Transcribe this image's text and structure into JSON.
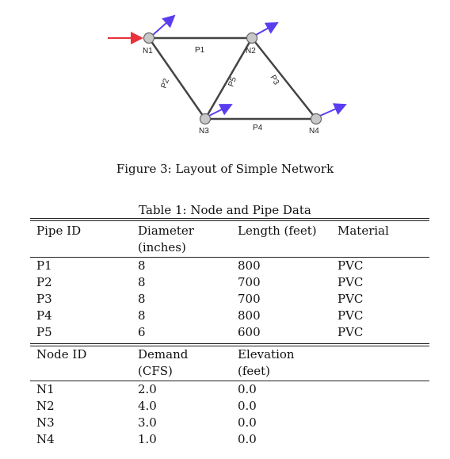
{
  "figure": {
    "caption": "Figure 3: Layout of Simple Network",
    "nodes": [
      {
        "id": "n1",
        "label": "N1"
      },
      {
        "id": "n2",
        "label": "N2"
      },
      {
        "id": "n3",
        "label": "N3"
      },
      {
        "id": "n4",
        "label": "N4"
      }
    ],
    "pipes": [
      {
        "id": "p1",
        "label": "P1",
        "from": "N1",
        "to": "N2"
      },
      {
        "id": "p2",
        "label": "P2",
        "from": "N1",
        "to": "N3"
      },
      {
        "id": "p3",
        "label": "P3",
        "from": "N2",
        "to": "N4"
      },
      {
        "id": "p4",
        "label": "P4",
        "from": "N3",
        "to": "N4"
      },
      {
        "id": "p5",
        "label": "P5",
        "from": "N2",
        "to": "N3"
      }
    ],
    "colors": {
      "inflow_arrow": "#e8313a",
      "outflow_arrow": "#5b3df0",
      "node_fill": "#c8c8c8",
      "pipe": "#444444"
    }
  },
  "table": {
    "title": "Table 1: Node and Pipe Data",
    "pipe_header": [
      "Pipe ID",
      "Diameter",
      "Length (feet)",
      "Material"
    ],
    "pipe_header_sub": [
      "",
      "(inches)",
      "",
      ""
    ],
    "pipe_rows": [
      [
        "P1",
        "8",
        "800",
        "PVC"
      ],
      [
        "P2",
        "8",
        "700",
        "PVC"
      ],
      [
        "P3",
        "8",
        "700",
        "PVC"
      ],
      [
        "P4",
        "8",
        "800",
        "PVC"
      ],
      [
        "P5",
        "6",
        "600",
        "PVC"
      ]
    ],
    "node_header": [
      "Node ID",
      "Demand",
      "Elevation"
    ],
    "node_header_sub": [
      "",
      "(CFS)",
      "(feet)"
    ],
    "node_rows": [
      [
        "N1",
        "2.0",
        "0.0"
      ],
      [
        "N2",
        "4.0",
        "0.0"
      ],
      [
        "N3",
        "3.0",
        "0.0"
      ],
      [
        "N4",
        "1.0",
        "0.0"
      ]
    ]
  }
}
